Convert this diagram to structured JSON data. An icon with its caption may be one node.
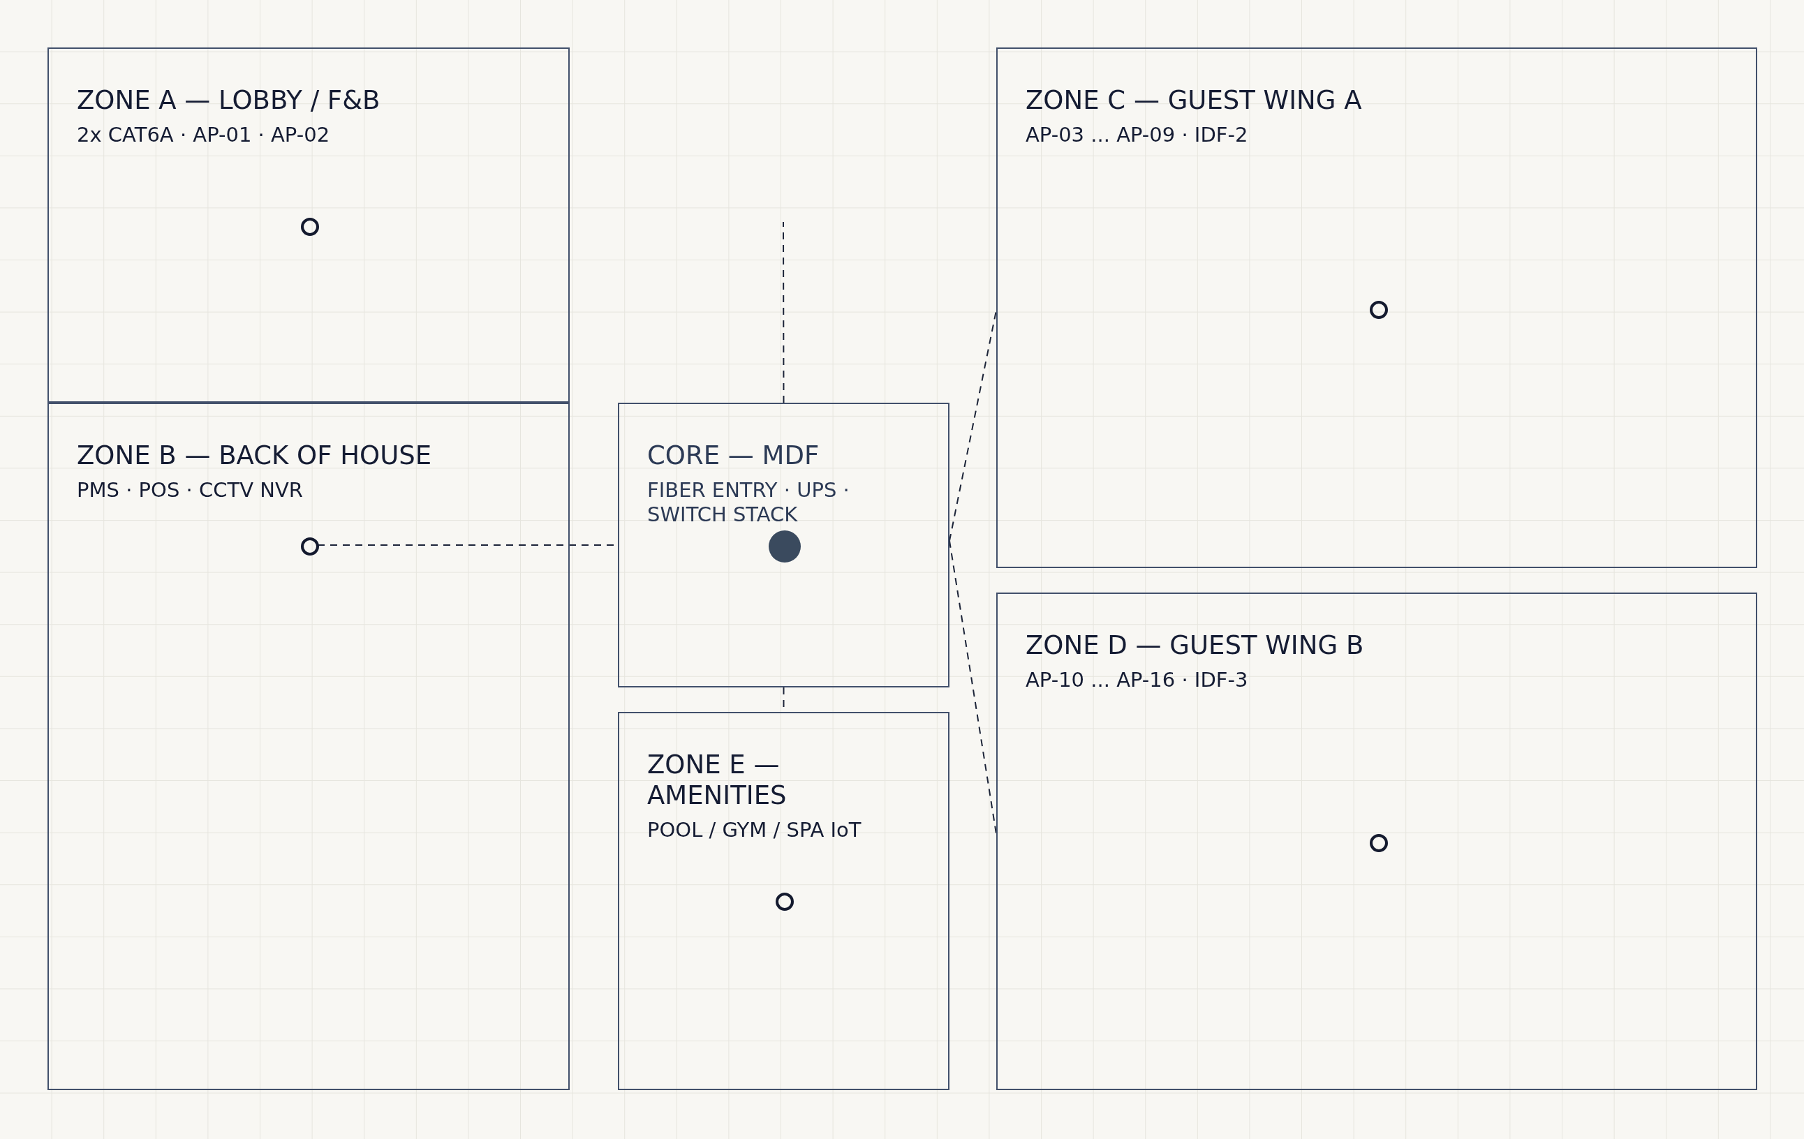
{
  "diagram": {
    "nodes": [
      {
        "text": [
          "ZONE A — LOBBY / F&B",
          "2x CAT6A · AP-01 · AP-02"
        ]
      },
      {
        "text": [],
        "shape": "circle",
        "in": 0
      },
      {
        "text": [
          "ZONE B — BACK OF HOUSE",
          "PMS · POS · CCTV NVR"
        ]
      },
      {
        "text": [],
        "shape": "circle",
        "in": 2
      },
      {
        "text": [
          "CORE — MDF",
          "FIBER ENTRY · UPS · SWITCH STACK"
        ]
      },
      {
        "text": [],
        "shape": "dot",
        "in": 4
      },
      {
        "text": [
          "ZONE E — AMENITIES",
          "POOL / GYM / SPA IoT"
        ]
      },
      {
        "text": [],
        "shape": "circle",
        "in": 6
      },
      {
        "text": [
          "ZONE C — GUEST WING A",
          "AP-03 ... AP-09 · IDF-2"
        ]
      },
      {
        "text": [],
        "shape": "circle",
        "in": 8
      },
      {
        "text": [
          "ZONE D — GUEST WING B",
          "AP-10 ... AP-16 · IDF-3"
        ]
      },
      {
        "text": [],
        "shape": "circle",
        "in": 10
      }
    ],
    "edges": [
      {
        "from": 4,
        "to": null,
        "arrow": "none",
        "style": "dashed"
      },
      {
        "from": 3,
        "to": 4,
        "arrow": "none",
        "style": "dashed"
      },
      {
        "from": 4,
        "to": 8,
        "arrow": "none",
        "style": "dashed"
      },
      {
        "from": 4,
        "to": 10,
        "arrow": "none",
        "style": "dashed"
      },
      {
        "from": 4,
        "to": 6,
        "arrow": "none",
        "style": "dashed"
      }
    ]
  }
}
